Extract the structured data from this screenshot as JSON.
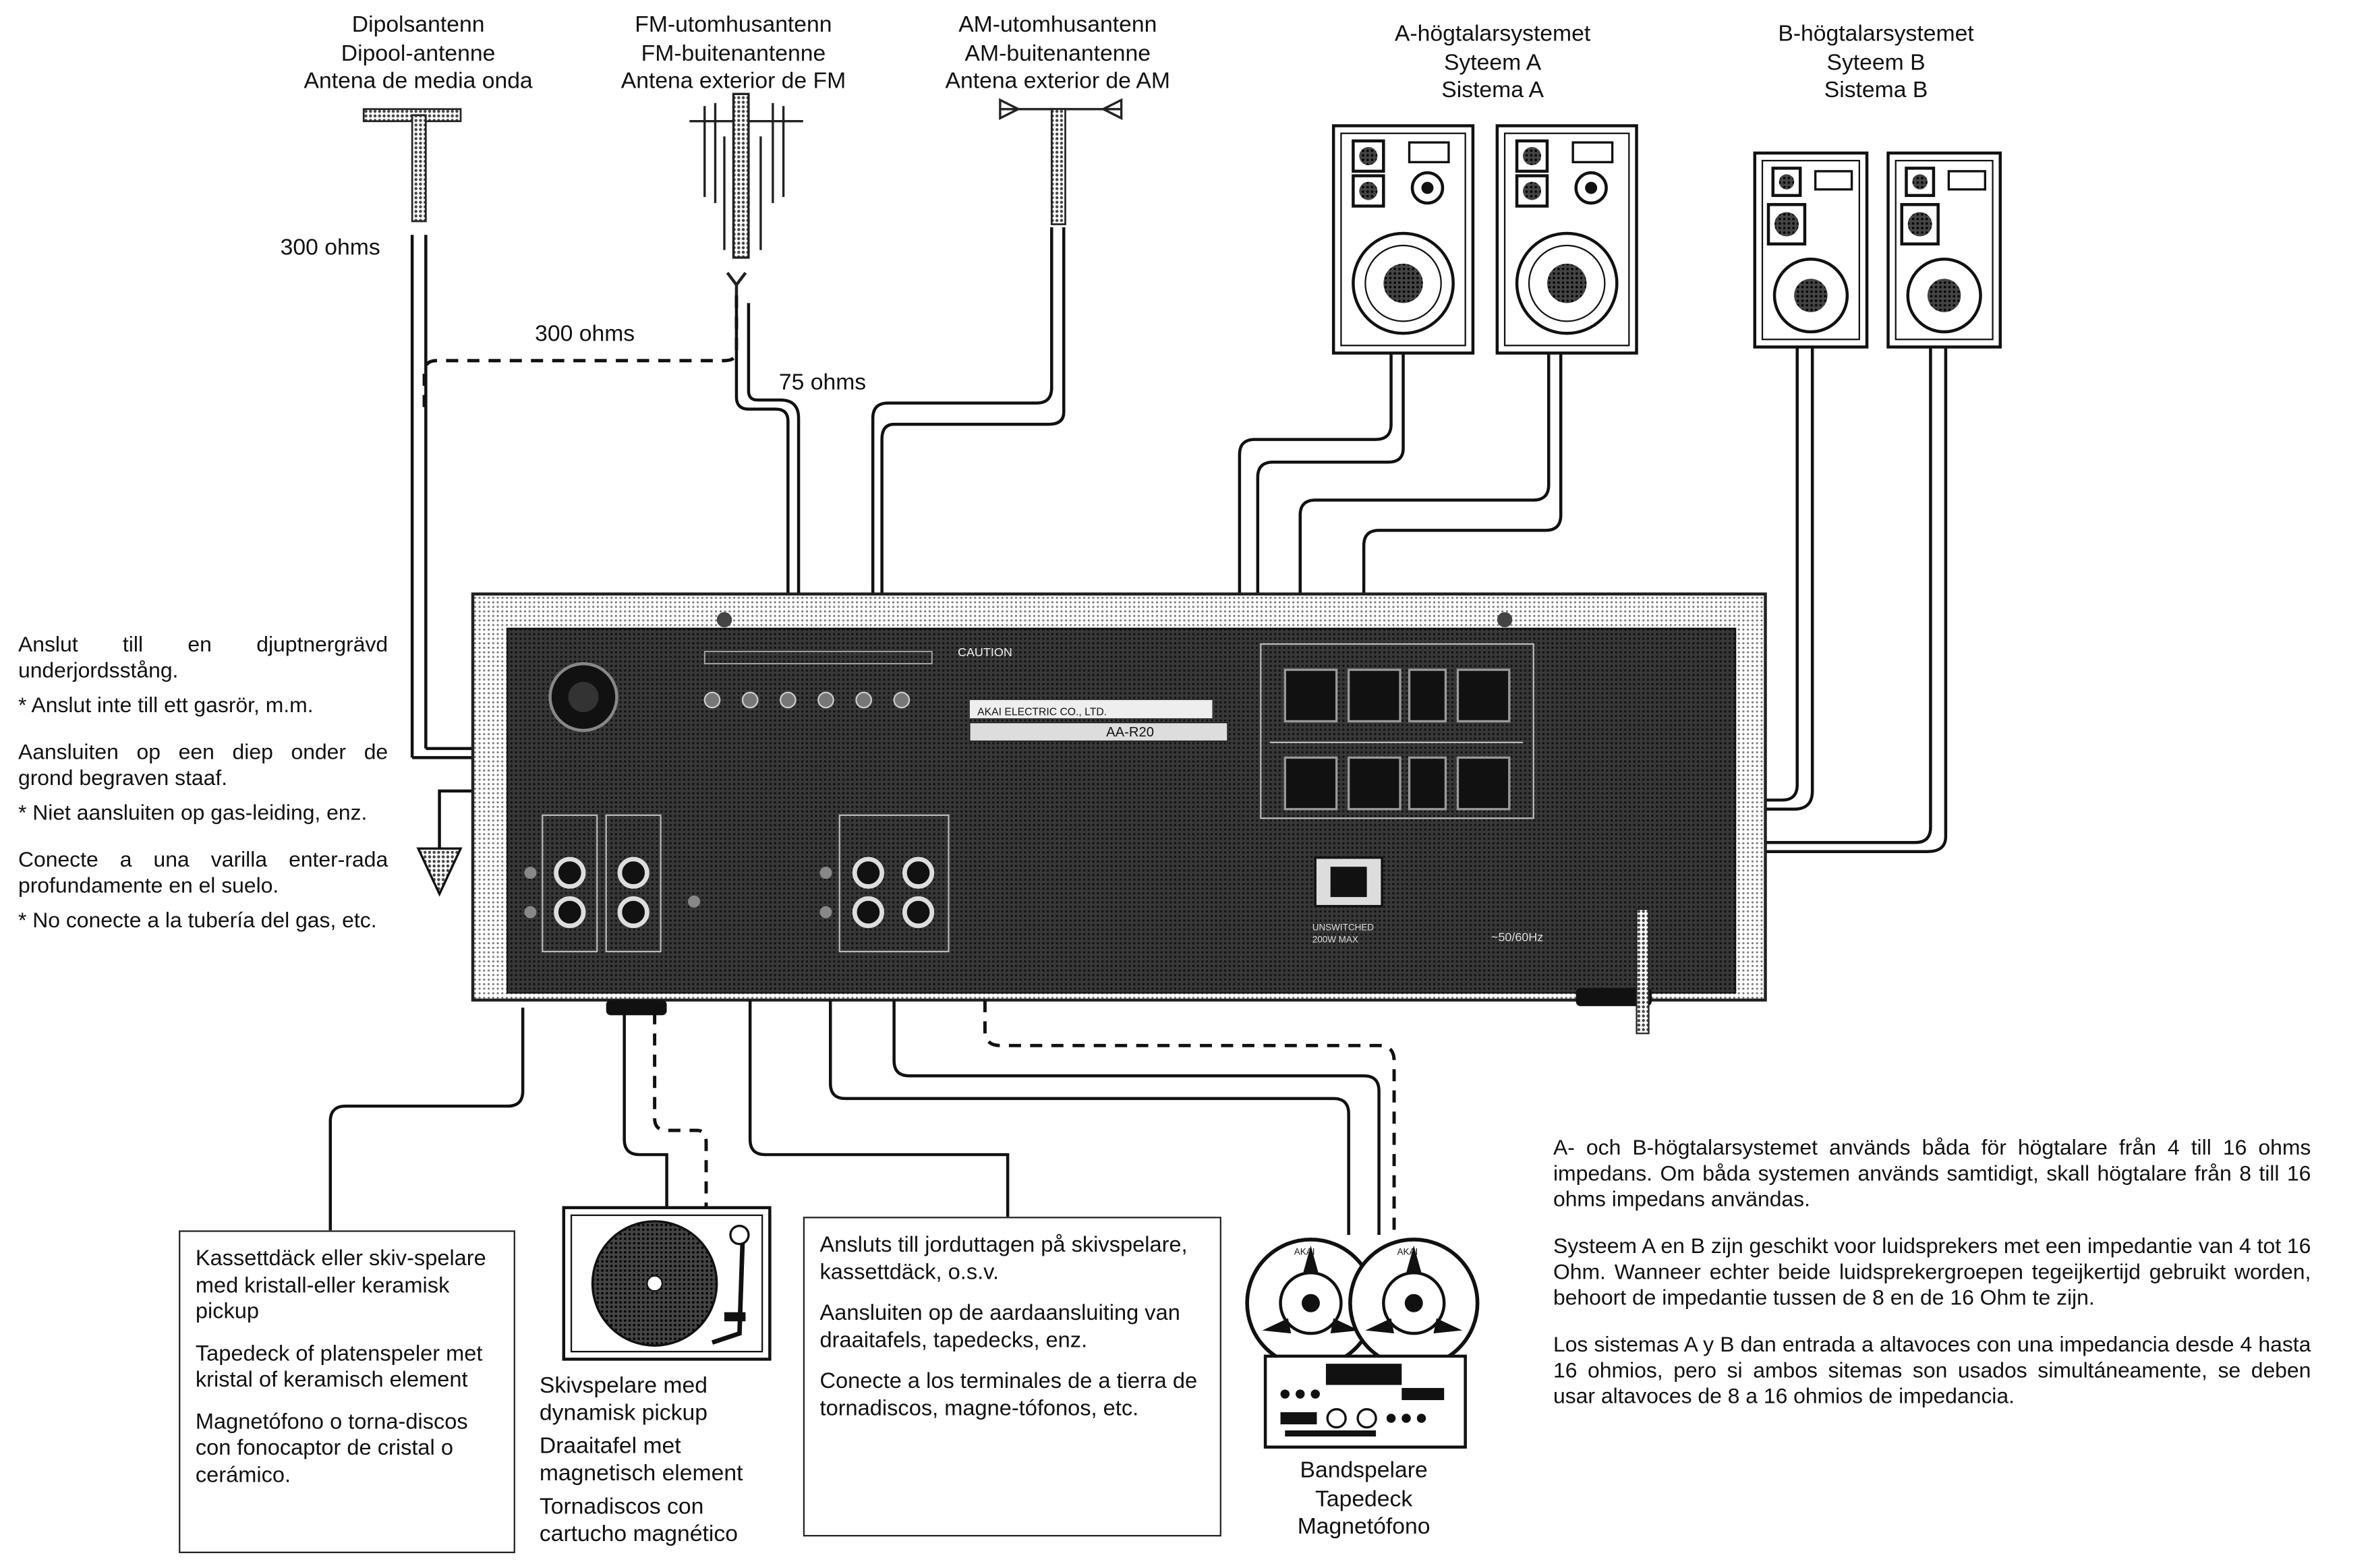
{
  "antennas": {
    "dipole": [
      "Dipolsantenn",
      "Dipool-antenne",
      "Antena de media onda"
    ],
    "fm": [
      "FM-utomhusantenn",
      "FM-buitenantenne",
      "Antena exterior de FM"
    ],
    "am": [
      "AM-utomhusantenn",
      "AM-buitenantenne",
      "Antena exterior de AM"
    ]
  },
  "speakers": {
    "a": [
      "A-högtalarsystemet",
      "Syteem A",
      "Sistema A"
    ],
    "b": [
      "B-högtalarsystemet",
      "Syteem B",
      "Sistema B"
    ]
  },
  "impedance": {
    "dipole": "300 ohms",
    "fm_300": "300 ohms",
    "fm_75": "75 ohms"
  },
  "ground": {
    "sv": "Anslut till en djuptnergrävd underjordsstång.",
    "sv_note": "*   Anslut inte till ett gasrör, m.m.",
    "nl": "Aansluiten op een diep onder de grond begraven staaf.",
    "nl_note": "*   Niet aansluiten op gas-leiding, enz.",
    "es": "Conecte a una varilla enter-rada profundamente en el suelo.",
    "es_note": "*   No conecte a la tubería del gas, etc."
  },
  "boxes": {
    "cassette": [
      "Kassettdäck eller skiv-spelare med kristall-eller keramisk pickup",
      "Tapedeck of platenspeler met kristal of keramisch element",
      "Magnetófono o torna-discos con fonocaptor de cristal o cerámico."
    ],
    "earth": [
      "Ansluts till jorduttagen på skivspelare, kassettdäck, o.s.v.",
      "Aansluiten op de aardaansluiting van draaitafels, tapedecks, enz.",
      "Conecte a los terminales de a tierra de tornadiscos, magne-tófonos, etc."
    ]
  },
  "turntable": [
    "Skivspelare med dynamisk pickup",
    "Draaitafel met magnetisch element",
    "Tornadiscos con cartucho magnético"
  ],
  "tapedeck": [
    "Bandspelare",
    "Tapedeck",
    "Magnetófono"
  ],
  "notes": {
    "sv": "A- och B-högtalarsystemet används båda för högtalare från 4 till 16 ohms impedans. Om båda systemen används samtidigt, skall högtalare från 8 till 16 ohms impedans användas.",
    "nl": "Systeem A en B zijn geschikt voor luidsprekers met een impedantie van 4 tot 16 Ohm. Wanneer echter beide luidsprekergroepen tegeijkertijd gebruikt worden, behoort de impedantie tussen de 8 en de 16 Ohm te zijn.",
    "es": "Los sistemas A y B dan entrada a altavoces con una impedancia desde 4 hasta 16 ohmios, pero si ambos sitemas son usados simultáneamente, se deben usar altavoces de 8 a 16 ohmios de impedancia."
  },
  "amplifier": {
    "maker": "AKAI ELECTRIC CO., LTD.",
    "model": "AA-R20",
    "caution": "CAUTION",
    "deck_brand": "AKAI"
  }
}
